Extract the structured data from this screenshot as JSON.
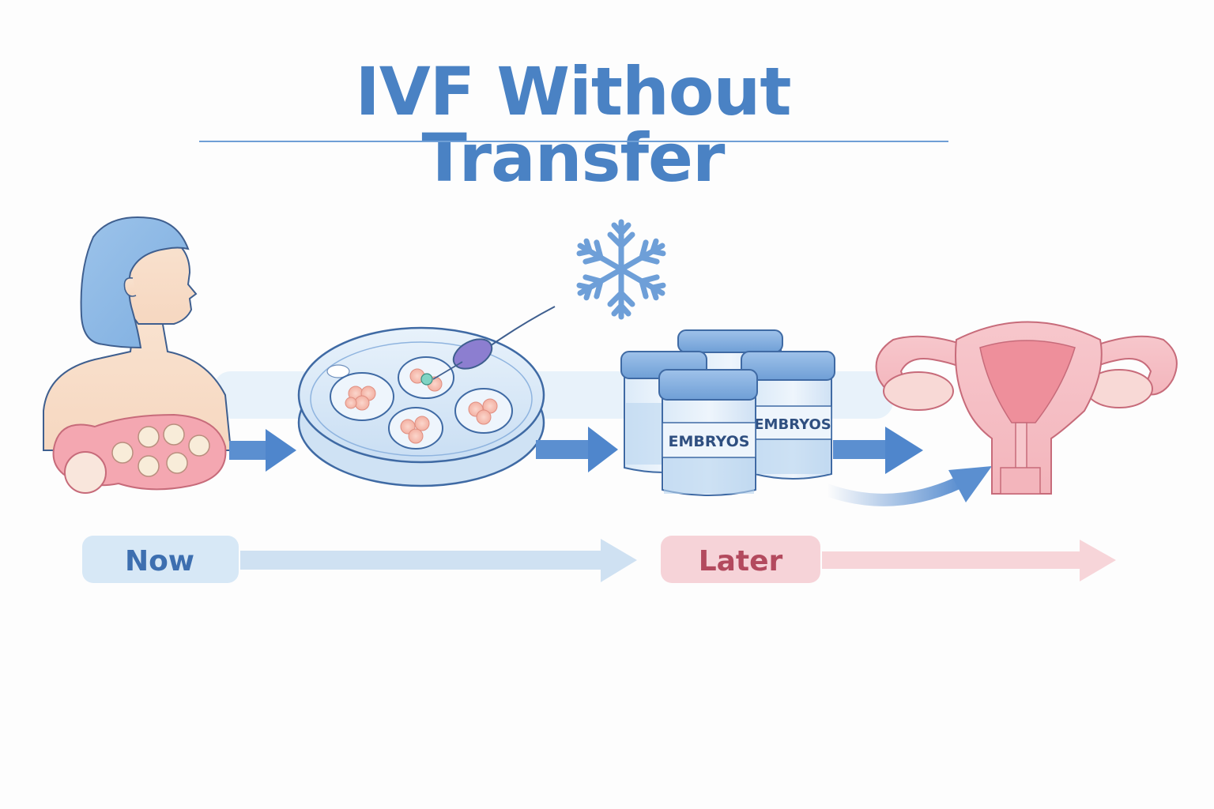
{
  "title": "IVF Without Transfer",
  "jars": {
    "front_label": "EMBRYOS",
    "right_label": "EMBRYOS"
  },
  "timeline": {
    "now_label": "Now",
    "later_label": "Later"
  },
  "colors": {
    "title_blue": "#4a82c4",
    "arrow_blue": "#5b8fd0",
    "soft_blue": "#d7e8f6",
    "soft_pink": "#f6d3d8",
    "later_text": "#b34a5e",
    "now_text": "#3d6fb0"
  }
}
